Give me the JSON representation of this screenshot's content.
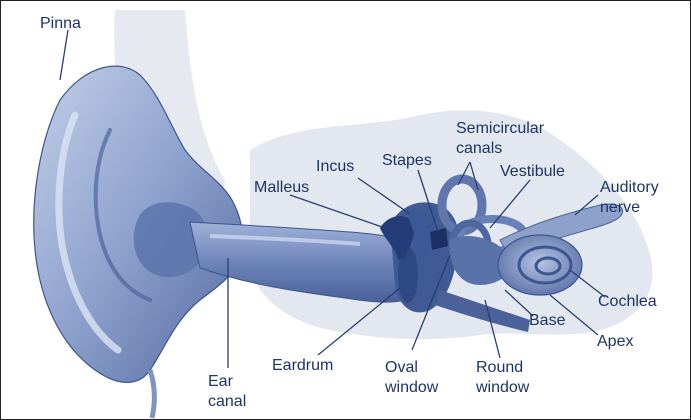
{
  "labels": {
    "pinna": "Pinna",
    "semicircular_1": "Semicircular",
    "semicircular_2": "canals",
    "incus": "Incus",
    "stapes": "Stapes",
    "vestibule": "Vestibule",
    "malleus": "Malleus",
    "auditory_1": "Auditory",
    "auditory_2": "nerve",
    "cochlea": "Cochlea",
    "base": "Base",
    "apex": "Apex",
    "eardrum": "Eardrum",
    "oval_1": "Oval",
    "oval_2": "window",
    "round_1": "Round",
    "round_2": "window",
    "ear_canal_1": "Ear",
    "ear_canal_2": "canal"
  },
  "colors": {
    "ear_fill": "#7d93c4",
    "ear_light": "#b8c6e3",
    "ear_dark": "#3c568f",
    "bone_shadow": "#dfe3ec",
    "label_text": "#1c3466",
    "pointer": "#2a3f70"
  }
}
